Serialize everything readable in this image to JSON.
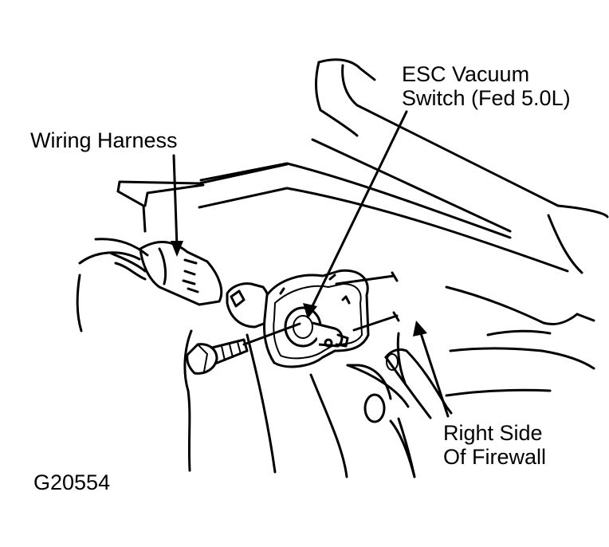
{
  "labels": {
    "esc_line1": "ESC Vacuum",
    "esc_line2": "Switch (Fed 5.0L)",
    "wiring_harness": "Wiring Harness",
    "firewall_line1": "Right Side",
    "firewall_line2": "Of Firewall",
    "figure_id": "G20554"
  },
  "colors": {
    "line": "#000000",
    "background": "#ffffff"
  }
}
